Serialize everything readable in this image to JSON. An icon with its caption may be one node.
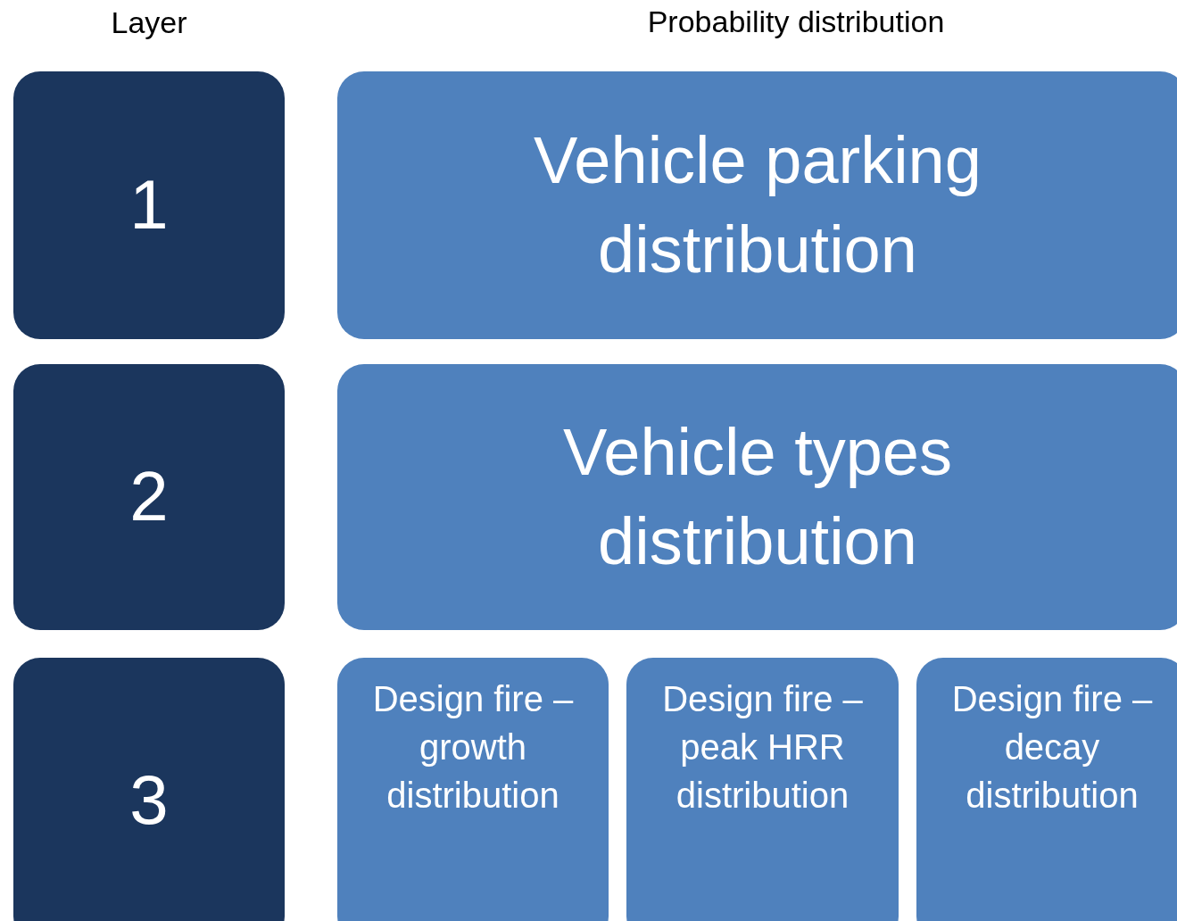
{
  "diagram": {
    "nodes": [
      {
        "text": [
          "1"
        ]
      },
      {
        "text": [
          "Vehicle parking distribution"
        ]
      },
      {
        "text": [
          "2"
        ]
      },
      {
        "text": [
          "Vehicle types distribution"
        ]
      },
      {
        "text": [
          "3"
        ]
      },
      {
        "text": [
          "Design fire – growth distribution"
        ]
      },
      {
        "text": [
          "Design fire – peak HRR distribution"
        ]
      },
      {
        "text": [
          "Design fire – decay distribution"
        ]
      }
    ],
    "labels": [
      "Layer",
      "Probability distribution"
    ]
  }
}
